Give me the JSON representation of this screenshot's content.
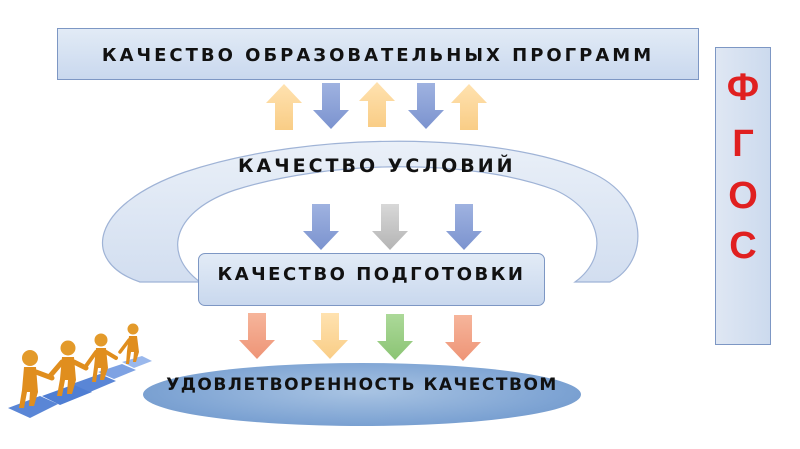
{
  "programs_quality": "КАЧЕСТВО ОБРАЗОВАТЕЛЬНЫХ ПРОГРАММ",
  "conditions_quality": "КАЧЕСТВО УСЛОВИЙ",
  "training_quality": "КАЧЕСТВО ПОДГОТОВКИ",
  "satisfaction": "УДОВЛЕТВОРЕННОСТЬ КАЧЕСТВОМ",
  "standard_letters": [
    "Ф",
    "Г",
    "О",
    "С"
  ],
  "colors": {
    "box_fill": "#d6e1f1",
    "box_border": "#7d97c4",
    "arrow_up": "#fcd69a",
    "arrow_down_blue": "#8ea4d8",
    "arrow_grey": "#c4c4c4",
    "arrow_salmon": "#f2a487",
    "arrow_green": "#9bcd86",
    "standard_text": "#e02020",
    "ellipse": "#7da3d3"
  },
  "decoration": "people-on-puzzle-illustration"
}
